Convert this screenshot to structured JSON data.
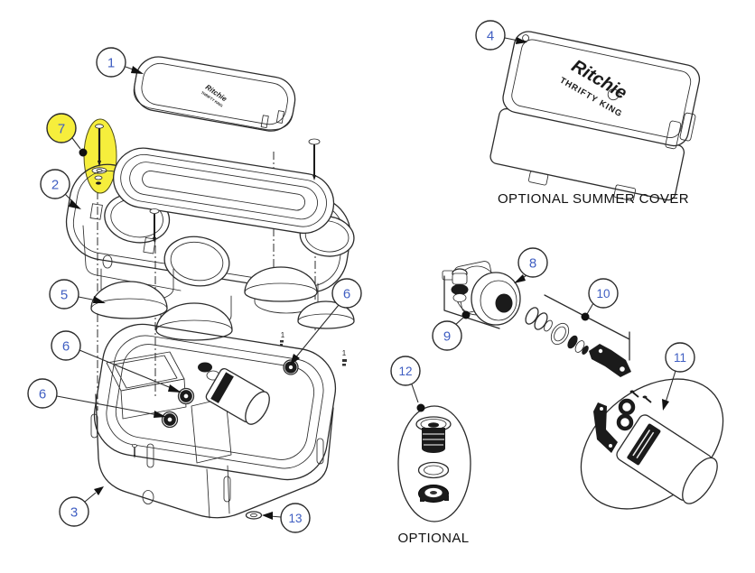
{
  "colors": {
    "highlight": "#f6ee3c",
    "callout_number": "#3f5ec2",
    "line": "#2b2b2b"
  },
  "labels": {
    "summer_cover_caption": "OPTIONAL SUMMER COVER",
    "drain_caption": "OPTIONAL"
  },
  "brand": {
    "name": "Ritchie",
    "model": "THRIFTY KING"
  },
  "callouts": {
    "c1": "1",
    "c2": "2",
    "c3": "3",
    "c4": "4",
    "c5": "5",
    "c6a": "6",
    "c6b": "6",
    "c6c": "6",
    "c7": "7",
    "c8": "8",
    "c9": "9",
    "c10": "10",
    "c11": "11",
    "c12": "12",
    "c13": "13"
  },
  "inline_marks": {
    "rim_mark_left": "1",
    "rim_mark_right": "1"
  }
}
